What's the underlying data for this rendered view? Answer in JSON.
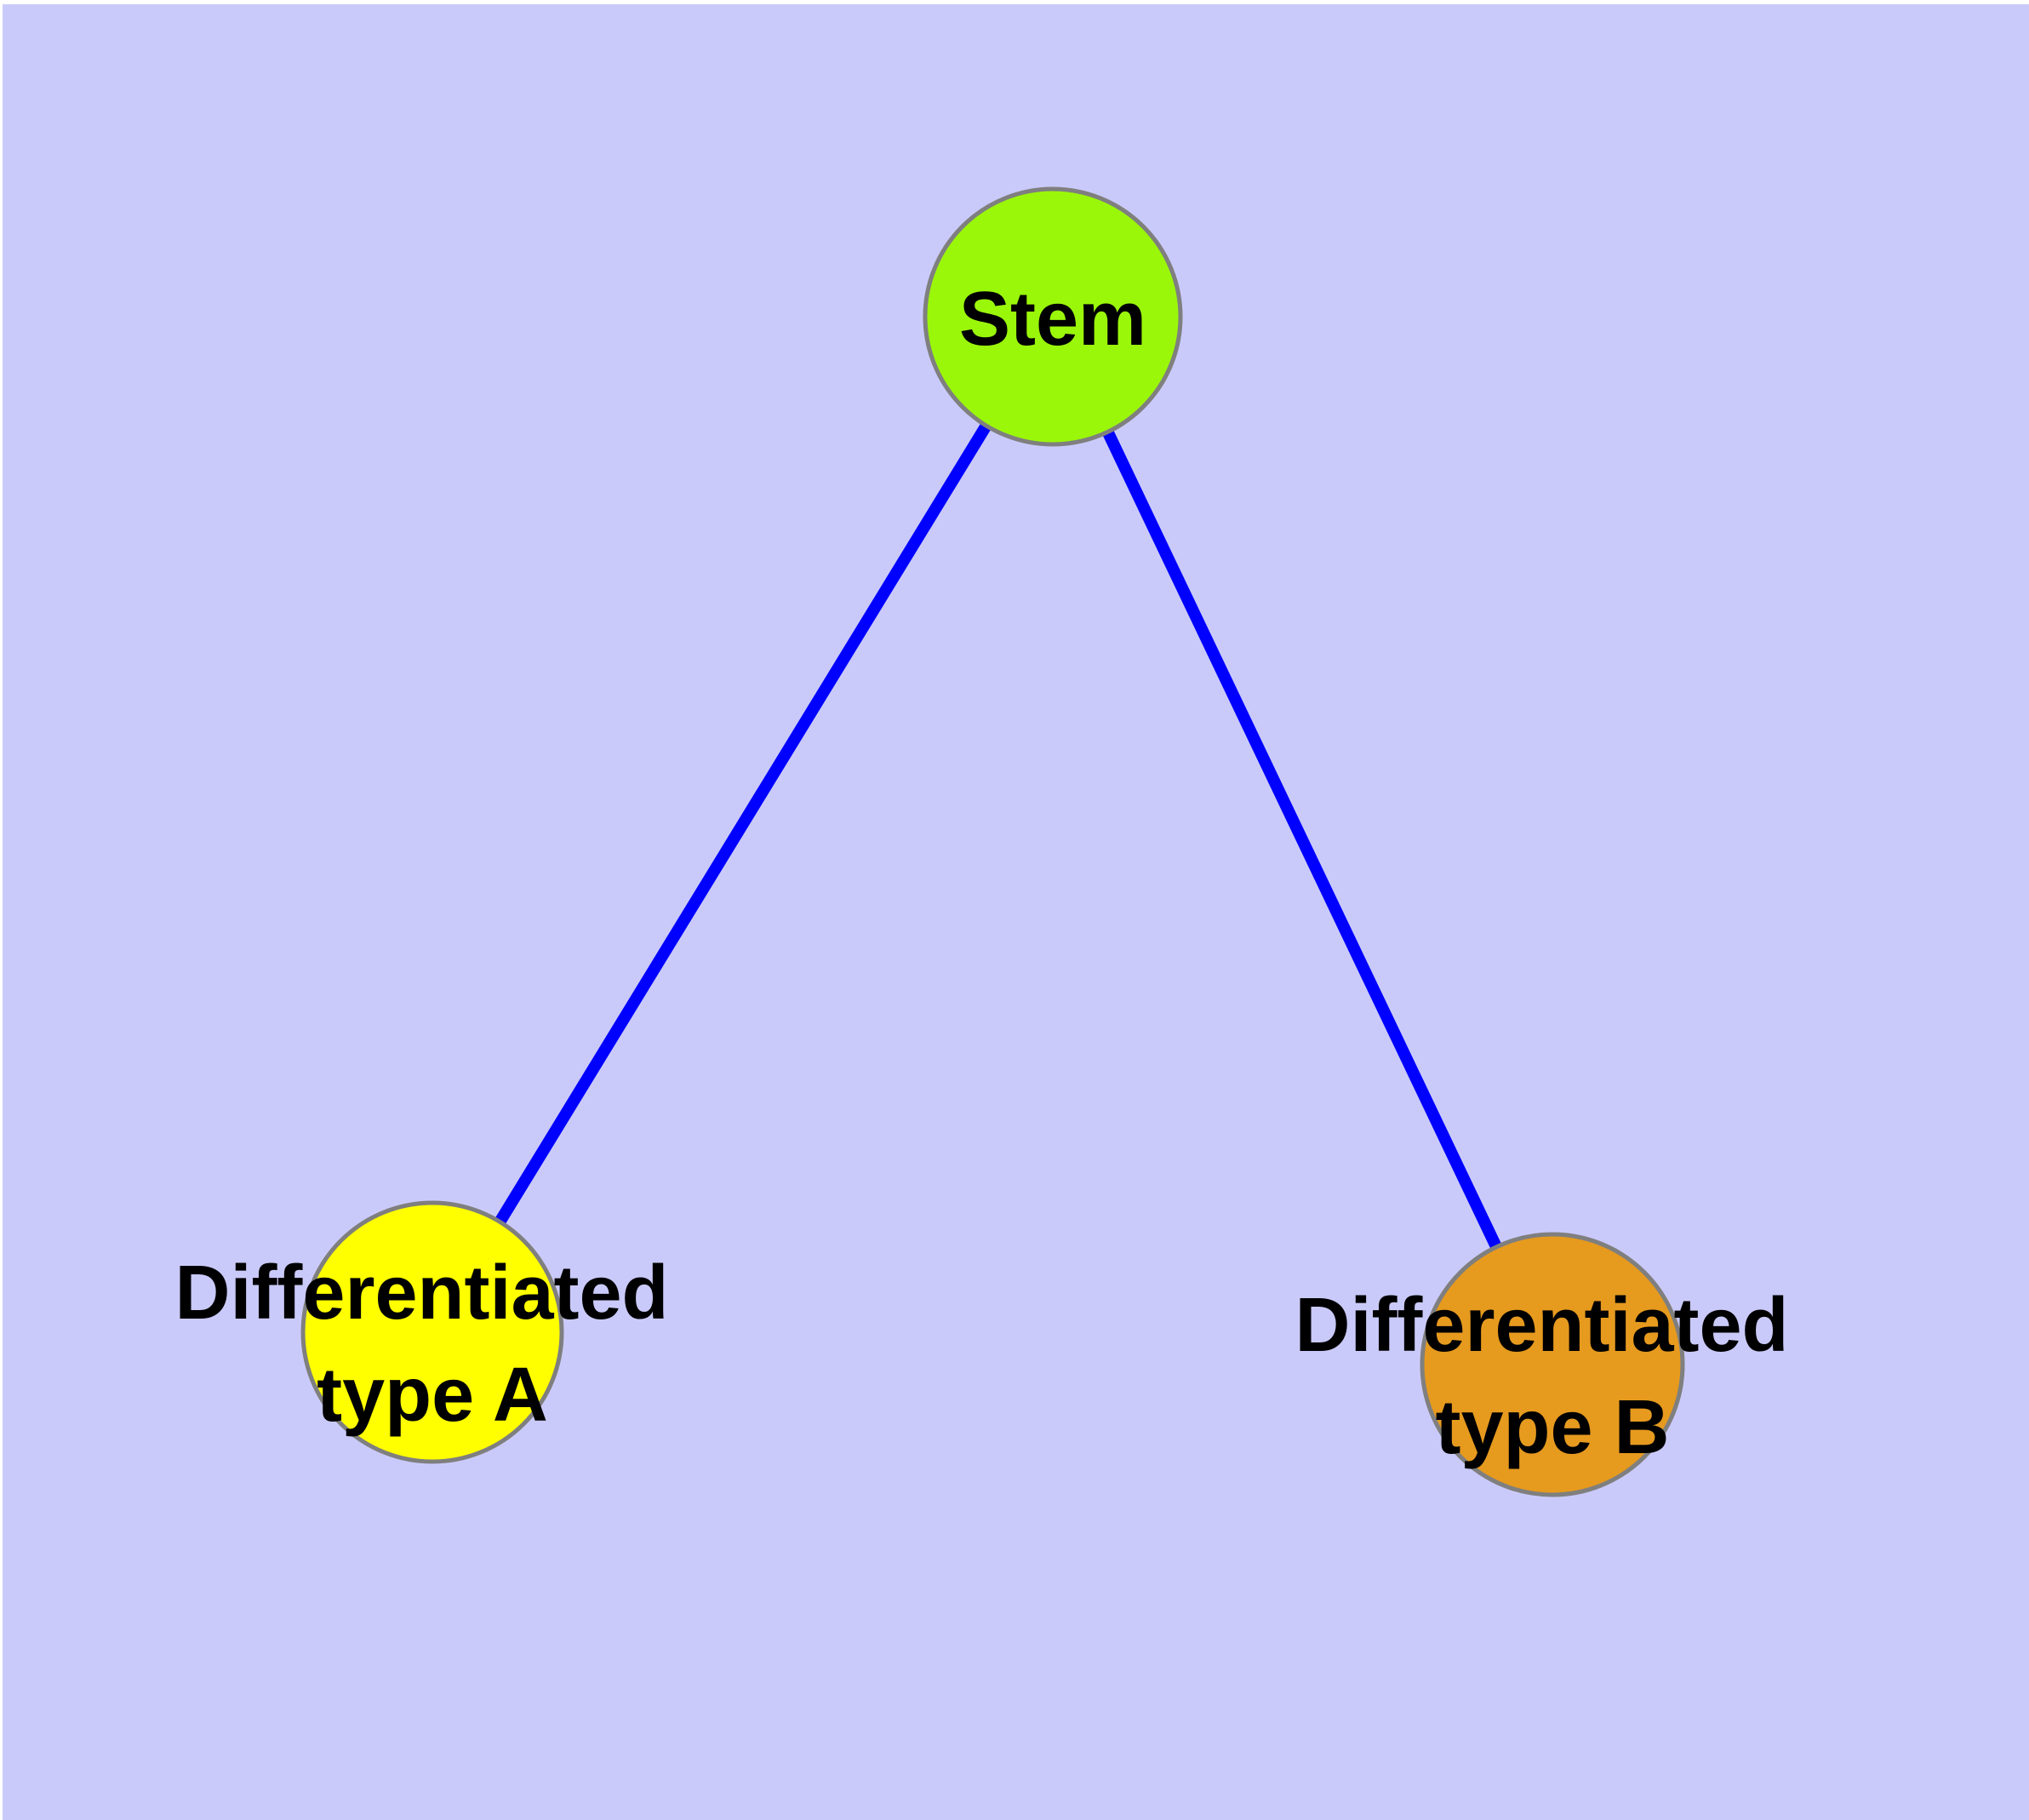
{
  "diagram": {
    "type": "graph",
    "background_color": "#CACAFA",
    "frame_color": "#FFFFFF",
    "edge_color": "#0000FF",
    "node_border_color": "#7F7F7F",
    "label_color": "#000000",
    "nodes": [
      {
        "id": "stem",
        "label": "Stem",
        "label_lines": [
          "Stem"
        ],
        "fill_color": "#9AF70A"
      },
      {
        "id": "differentiated-type-a",
        "label": "Differentiated type A",
        "label_lines": [
          "Differentiated",
          "type A"
        ],
        "fill_color": "#FFFF00"
      },
      {
        "id": "differentiated-type-b",
        "label": "Differentiated type B",
        "label_lines": [
          "Differentiated",
          "type B"
        ],
        "fill_color": "#E69A1E"
      }
    ],
    "edges": [
      {
        "from": "Stem",
        "to": "Differentiated type A"
      },
      {
        "from": "Stem",
        "to": "Differentiated type B"
      }
    ]
  }
}
